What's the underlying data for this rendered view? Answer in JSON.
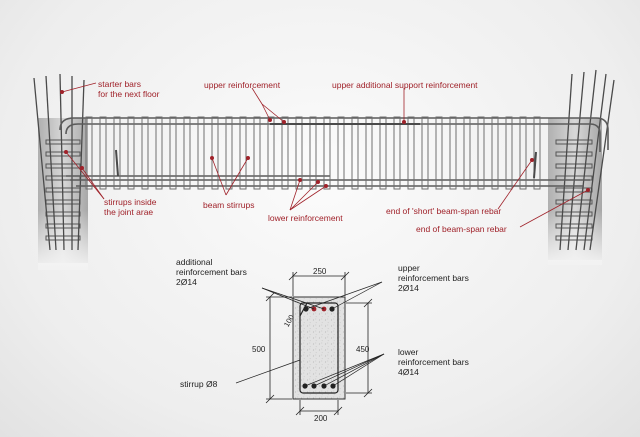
{
  "colors": {
    "callout_red": "#a0222a",
    "line_dark": "#222222",
    "rebar": "#6a6a6a",
    "concrete": "#d8d8d8"
  },
  "beam_labels": {
    "starter_bars": "starter bars\nfor the next floor",
    "upper_reinforcement": "upper reinforcement",
    "upper_additional_support": "upper additional support reinforcement",
    "stirrups_joint": "stirrups inside\nthe joint arae",
    "beam_stirrups": "beam stirrups",
    "lower_reinforcement": "lower reinforcement",
    "end_short_rebar": "end of 'short' beam-span rebar",
    "end_beam_span_rebar": "end of beam-span rebar"
  },
  "section_labels": {
    "additional_bars": "additional\nreinforcement bars\n2Ø14",
    "upper_bars": "upper\nreinforcement bars\n2Ø14",
    "lower_bars": "lower\nreinforcement bars\n4Ø14",
    "stirrup": "stirrup Ø8"
  },
  "dimensions": {
    "top_width": "250",
    "bottom_width": "200",
    "height_outer": "500",
    "height_inner": "450",
    "cover": "100"
  }
}
